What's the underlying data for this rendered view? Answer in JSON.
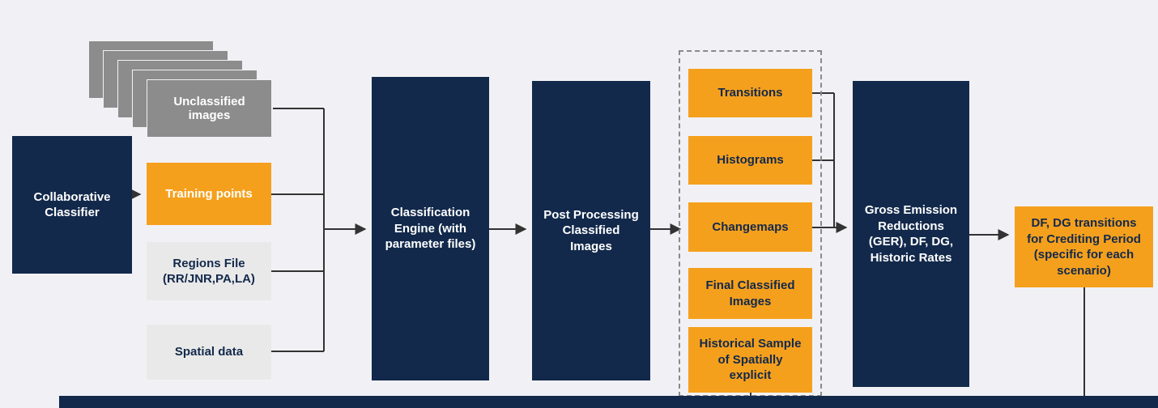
{
  "nodes": {
    "collaborative_classifier": "Collaborative Classifier",
    "unclassified_images": "Unclassified images",
    "training_points": "Training points",
    "regions_file": "Regions File (RR/JNR,PA,LA)",
    "spatial_data": "Spatial data",
    "classification_engine": "Classification Engine (with parameter files)",
    "post_processing": "Post Processing Classified Images",
    "transitions": "Transitions",
    "histograms": "Histograms",
    "changemaps": "Changemaps",
    "final_classified_images": "Final Classified Images",
    "historical_sample": "Historical Sample of Spatially explicit",
    "gross_emission_reductions": "Gross Emission Reductions (GER), DF, DG, Historic Rates",
    "df_dg_transitions": "DF, DG transitions for Crediting Period (specific for each scenario)"
  },
  "colors": {
    "navy": "#12294b",
    "orange": "#f5a01d",
    "stack_gray": "#8c8c8c",
    "light_gray": "#e9e9e9",
    "background": "#f1f1f5",
    "connector": "#333333"
  }
}
